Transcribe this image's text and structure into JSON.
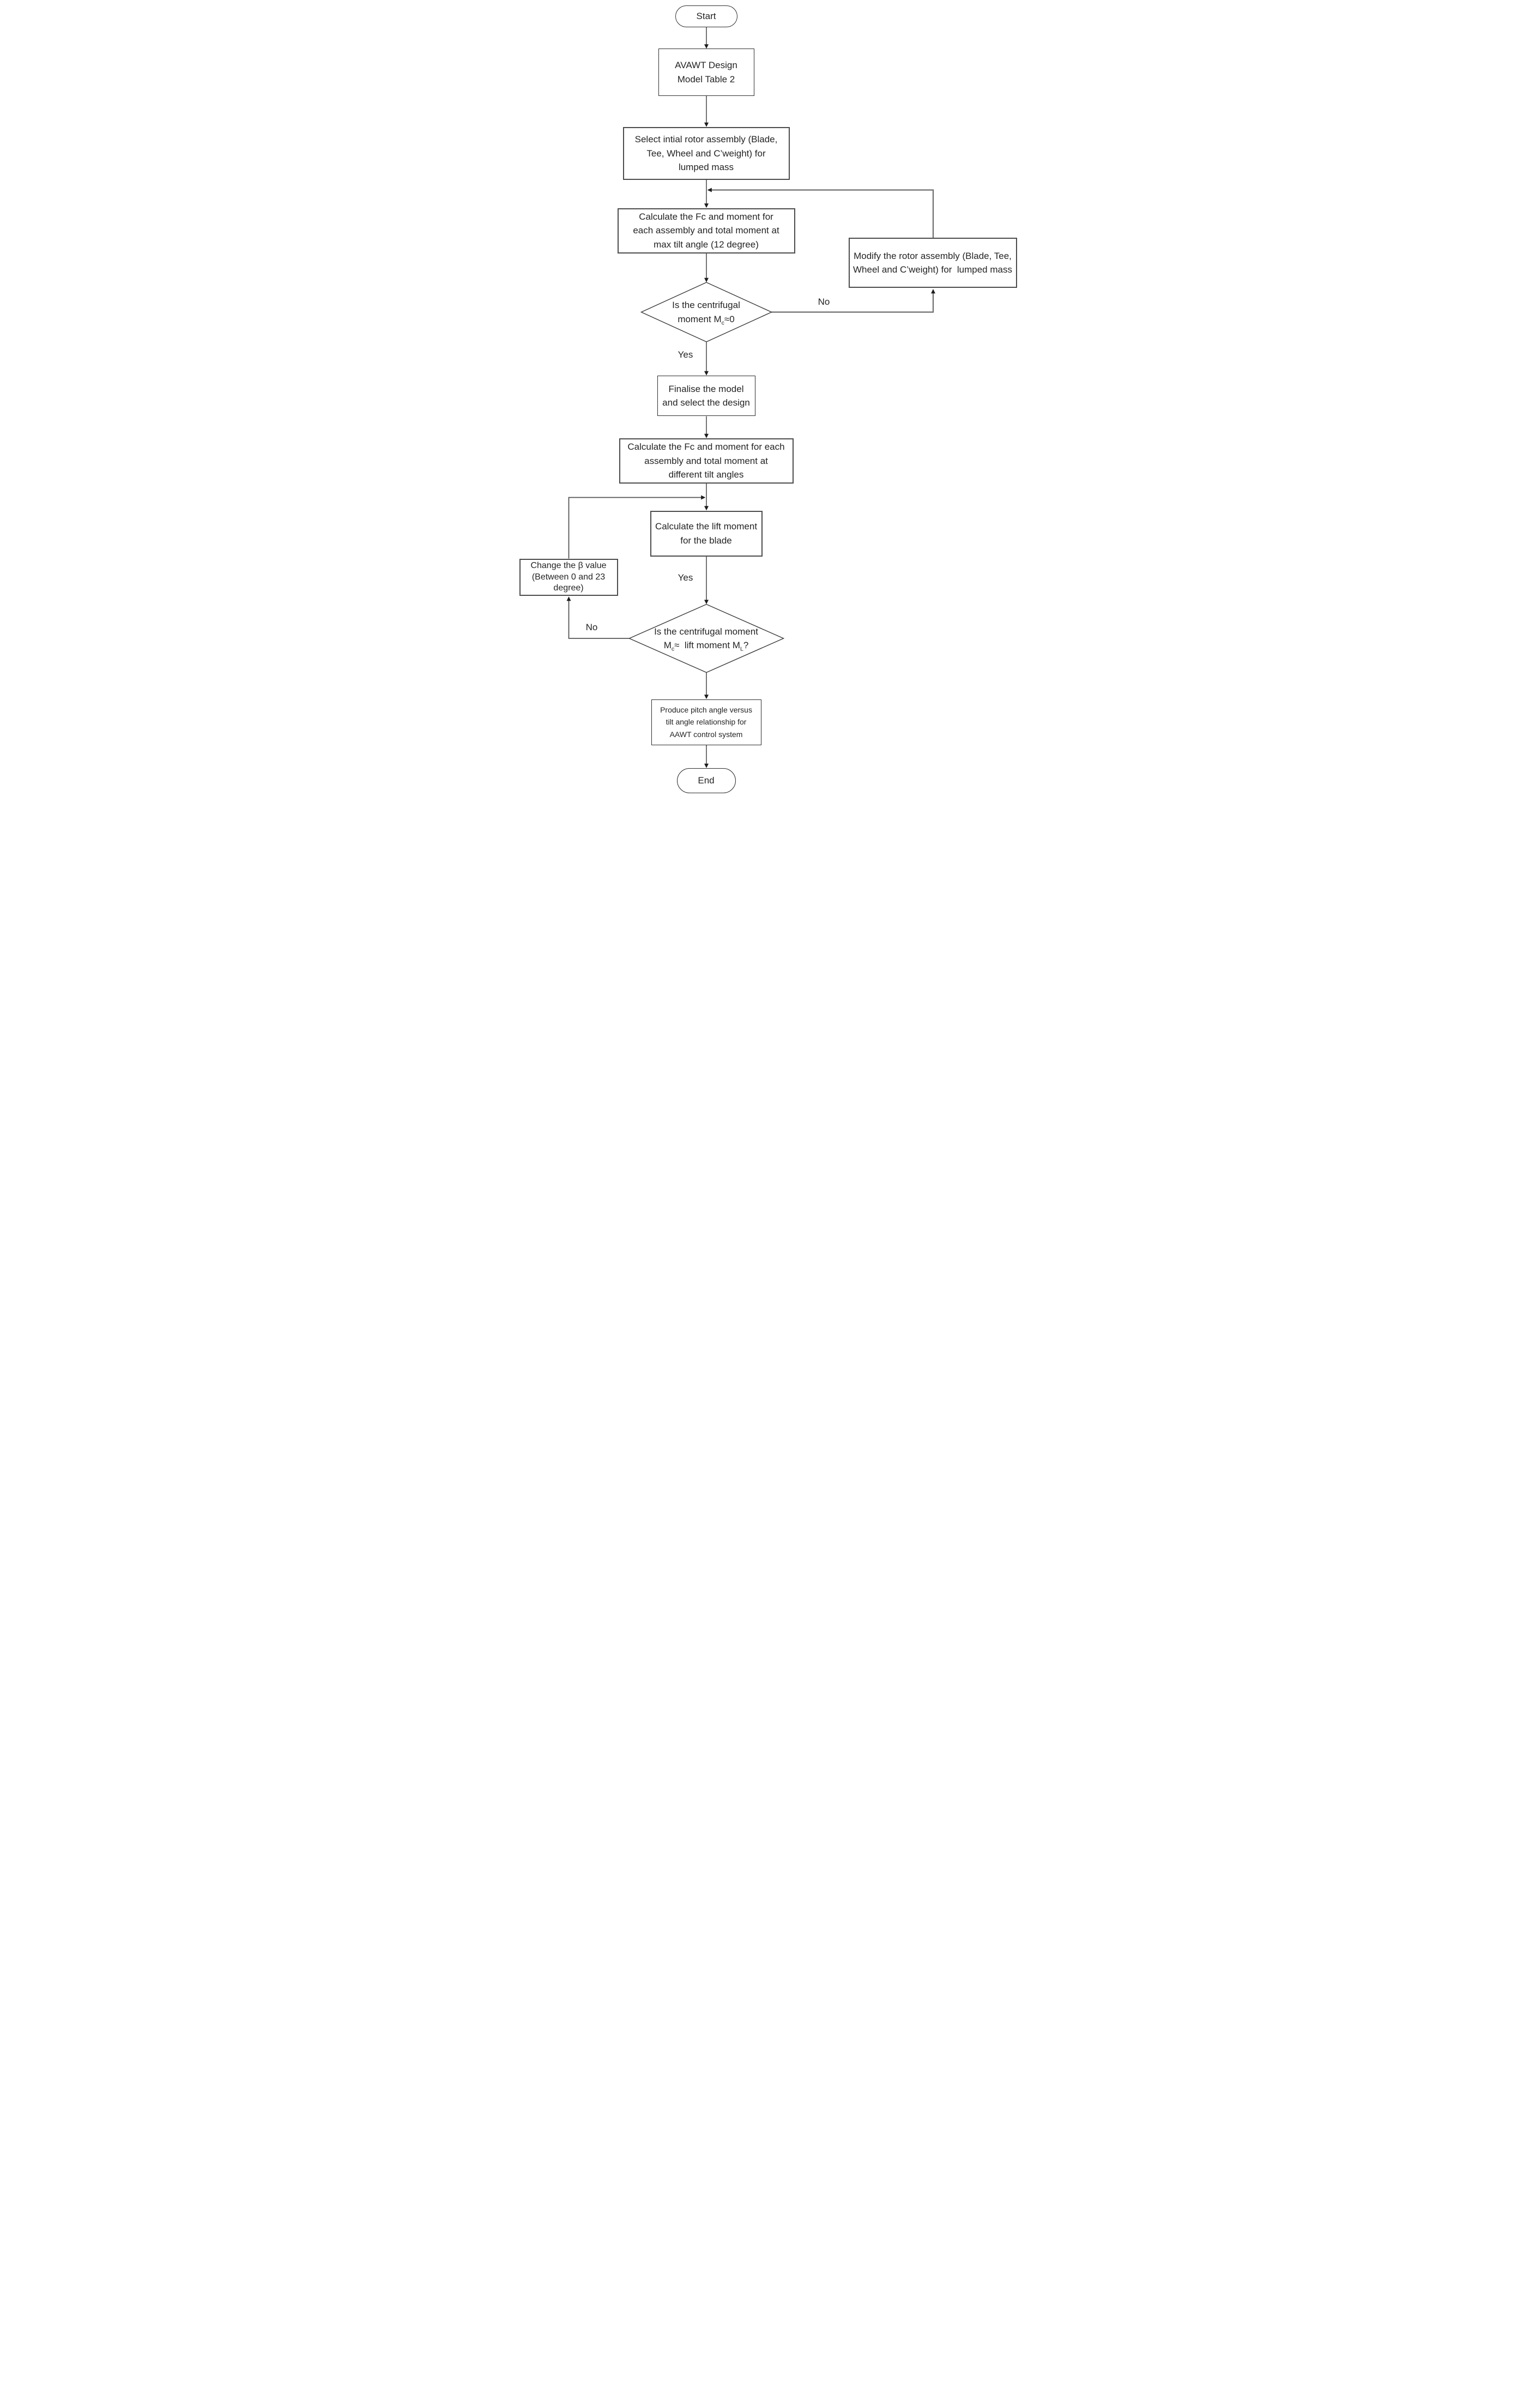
{
  "nodes": {
    "start": {
      "label": "Start"
    },
    "avawt_design_model": {
      "label": "AVAWT Design Model Table 2"
    },
    "select_initial_rotor": {
      "label": "Select intial rotor assembly (Blade, Tee, Wheel and C’weight) for lumped mass"
    },
    "calc_moment_max_tilt": {
      "label": "Calculate the Fc and moment for each assembly and total moment at max tilt angle (12 degree)"
    },
    "modify_rotor": {
      "label": "Modify the rotor assembly (Blade, Tee, Wheel and C’weight) for  lumped mass"
    },
    "decision_centrifugal_zero": {
      "before": "Is the centrifugal moment M",
      "sub": "c",
      "after": "≈0"
    },
    "finalise_model": {
      "label": "Finalise the model and select the design"
    },
    "calc_moment_diff_tilt": {
      "label": "Calculate the Fc and moment for each assembly and total moment at different tilt angles"
    },
    "calc_lift_moment": {
      "label": "Calculate the lift moment for the blade"
    },
    "change_beta": {
      "label": "Change the β value (Between 0 and 23 degree)"
    },
    "decision_centrifugal_lift": {
      "before": "Is the centrifugal moment M",
      "sub_c": "c",
      "mid": "≈  lift moment M",
      "sub_l": "L",
      "after": "?"
    },
    "produce_pitch_tilt": {
      "label": "Produce pitch angle versus tilt angle relationship for AAWT control system"
    },
    "end": {
      "label": "End"
    }
  },
  "edge_labels": {
    "no_top": "No",
    "yes_top": "Yes",
    "yes_bottom": "Yes",
    "no_bottom": "No"
  },
  "colors": {
    "line_dark": "#3a3a3a",
    "line_gray": "#6e6e6e",
    "arrowhead": "#1c1c1c",
    "border": "#4c4c4c",
    "text": "#242424"
  }
}
